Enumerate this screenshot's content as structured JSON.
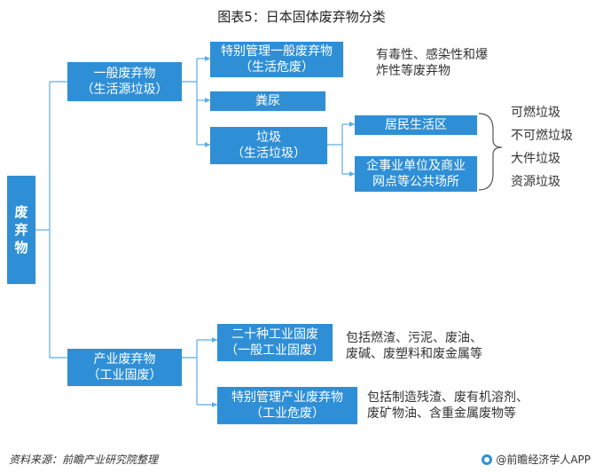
{
  "title": "图表5：日本固体废弃物分类",
  "root": {
    "lines": [
      "废",
      "弃",
      "物"
    ]
  },
  "general_waste": {
    "lines": [
      "一般废弃物",
      "（生活源垃圾）"
    ]
  },
  "special_general": {
    "lines": [
      "特别管理一般废弃物",
      "（生活危废）"
    ]
  },
  "special_general_desc": {
    "lines": [
      "有毒性、感染性和爆",
      "炸性等废弃物"
    ]
  },
  "excrement": {
    "lines": [
      "粪尿"
    ]
  },
  "garbage": {
    "lines": [
      "垃圾",
      "（生活垃圾）"
    ]
  },
  "residential": {
    "lines": [
      "居民生活区"
    ]
  },
  "commercial": {
    "lines": [
      "企事业单位及商业",
      "网点等公共场所"
    ]
  },
  "garbage_types": [
    "可燃垃圾",
    "不可燃垃圾",
    "大件垃圾",
    "资源垃圾"
  ],
  "industrial_waste": {
    "lines": [
      "产业废弃物",
      "（工业固废）"
    ]
  },
  "twenty_types": {
    "lines": [
      "二十种工业固废",
      "（一般工业固废）"
    ]
  },
  "twenty_types_desc": {
    "lines": [
      "包括燃渣、污泥、废油、",
      "废碱、废塑料和废金属等"
    ]
  },
  "special_industrial": {
    "lines": [
      "特别管理产业废弃物",
      "（工业危废）"
    ]
  },
  "special_industrial_desc": {
    "lines": [
      "包括制造残渣、废有机溶剂、",
      "废矿物油、含重金属废物等"
    ]
  },
  "footer": {
    "source": "资料来源：前瞻产业研究院整理",
    "brand": "@前瞻经济学人APP"
  },
  "colors": {
    "node": "#2f8fd6",
    "connector": "#5aaee6"
  }
}
